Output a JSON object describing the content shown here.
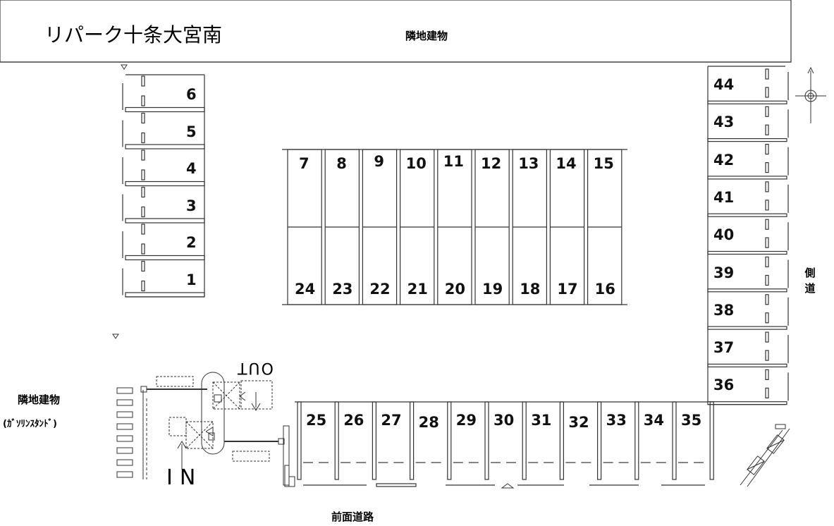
{
  "title": "リパーク十条大宮南",
  "labels": {
    "neighbor_top": "隣地建物",
    "neighbor_left": "隣地建物",
    "neighbor_left_sub": "(ｶﾞｿﾘﾝｽﾀﾝﾄﾞ)",
    "front_road": "前面道路",
    "side_road": "側道",
    "entrance": "IN",
    "exit": "OUT"
  },
  "stalls": {
    "left_column": [
      "6",
      "5",
      "4",
      "3",
      "2",
      "1"
    ],
    "center_top": [
      "7",
      "8",
      "9",
      "10",
      "11",
      "12",
      "13",
      "14",
      "15"
    ],
    "center_bottom": [
      "24",
      "23",
      "22",
      "21",
      "20",
      "19",
      "18",
      "17",
      "16"
    ],
    "bottom_row": [
      "25",
      "26",
      "27",
      "28",
      "29",
      "30",
      "31",
      "32",
      "33",
      "34",
      "35"
    ],
    "right_column": [
      "44",
      "43",
      "42",
      "41",
      "40",
      "39",
      "38",
      "37",
      "36"
    ]
  }
}
